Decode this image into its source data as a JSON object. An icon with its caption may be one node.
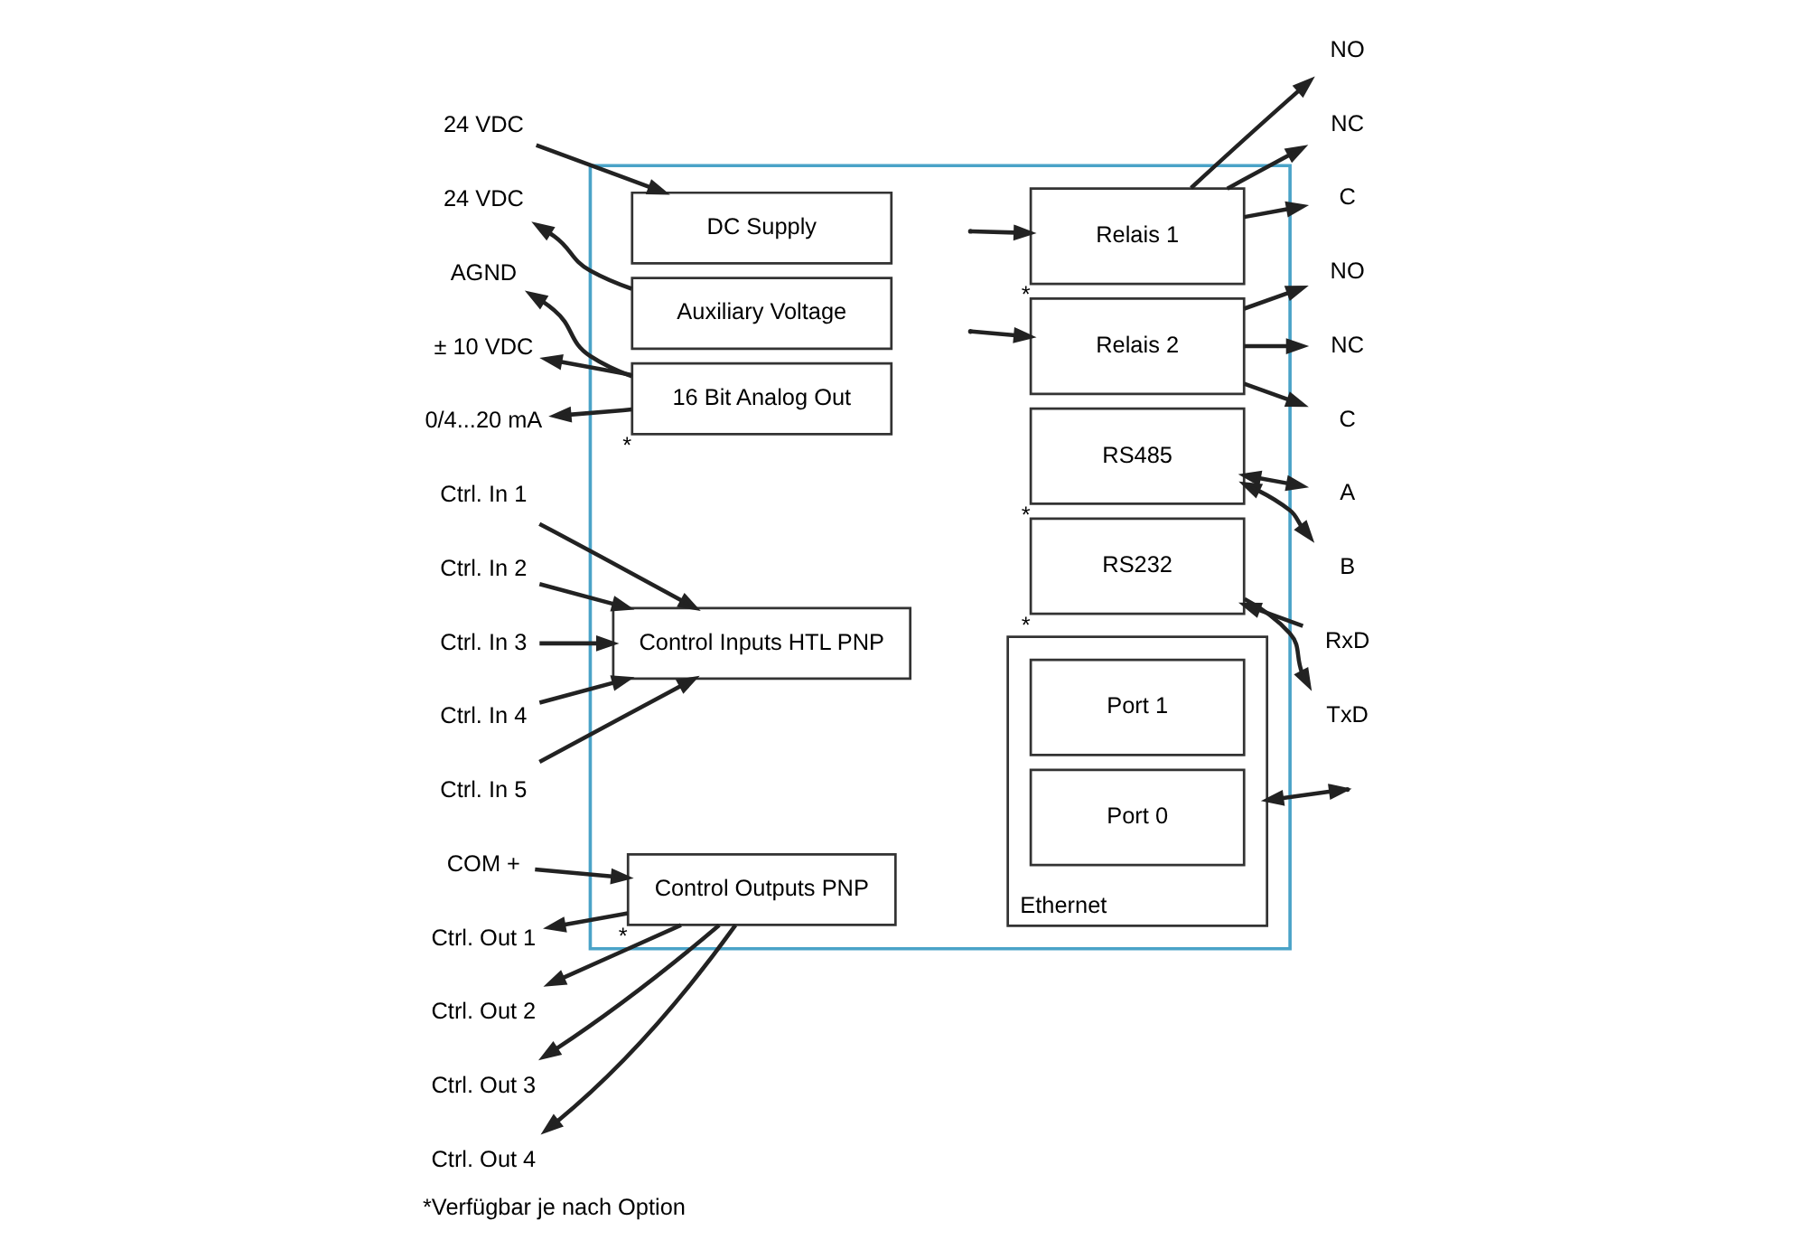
{
  "diagram": {
    "caption": "*Verfügbar je nach Option",
    "nodes": [
      {
        "text": [],
        "shape": "box"
      },
      {
        "text": [
          "24 VDC"
        ]
      },
      {
        "text": [
          "DC Supply"
        ],
        "in": 0
      },
      {
        "text": [
          "24 VDC"
        ]
      },
      {
        "text": [
          "Auxiliary Voltage"
        ],
        "in": 0
      },
      {
        "text": [
          "AGND"
        ]
      },
      {
        "text": [
          "± 10 VDC"
        ]
      },
      {
        "text": [
          "0/4...20 mA"
        ]
      },
      {
        "text": [
          "16 Bit Analog Out"
        ],
        "in": 0,
        "beside": [
          "*"
        ]
      },
      {
        "text": [
          "Ctrl. In 1"
        ]
      },
      {
        "text": [
          "Ctrl. In 2"
        ]
      },
      {
        "text": [
          "Ctrl. In 3"
        ]
      },
      {
        "text": [
          "Ctrl. In 4"
        ]
      },
      {
        "text": [
          "Ctrl. In 5"
        ]
      },
      {
        "text": [
          "Control Inputs HTL PNP"
        ],
        "in": 0
      },
      {
        "text": [
          "COM +"
        ]
      },
      {
        "text": [
          "Ctrl. Out 1"
        ]
      },
      {
        "text": [
          "Ctrl. Out 2"
        ]
      },
      {
        "text": [
          "Ctrl. Out 3"
        ]
      },
      {
        "text": [
          "Ctrl. Out 4"
        ]
      },
      {
        "text": [
          "Control Outputs PNP"
        ],
        "in": 0,
        "beside": [
          "*"
        ]
      },
      {
        "text": [
          "Relais 1"
        ],
        "in": 0,
        "beside": [
          "*"
        ]
      },
      {
        "text": [
          "NO"
        ]
      },
      {
        "text": [
          "NC"
        ]
      },
      {
        "text": [
          "C"
        ]
      },
      {
        "text": [
          "Relais 2"
        ],
        "in": 0
      },
      {
        "text": [
          "NO"
        ]
      },
      {
        "text": [
          "NC"
        ]
      },
      {
        "text": [
          "C"
        ]
      },
      {
        "text": [
          "RS485"
        ],
        "in": 0,
        "beside": [
          "*"
        ]
      },
      {
        "text": [
          "A"
        ]
      },
      {
        "text": [
          "B"
        ]
      },
      {
        "text": [
          "RS232"
        ],
        "in": 0,
        "beside": [
          "*"
        ]
      },
      {
        "text": [
          "RxD"
        ]
      },
      {
        "text": [
          "TxD"
        ]
      },
      {
        "text": [
          "Ethernet"
        ],
        "in": 0
      },
      {
        "text": [
          "Port 0"
        ],
        "in": 35
      },
      {
        "text": [
          "Port 1"
        ],
        "in": 35
      }
    ],
    "edges": [
      {
        "from": 1,
        "to": 2,
        "arrow": "to"
      },
      {
        "from": 4,
        "to": 3,
        "arrow": "to"
      },
      {
        "from": 8,
        "to": 5,
        "arrow": "to"
      },
      {
        "from": 8,
        "to": 6,
        "arrow": "to"
      },
      {
        "from": 8,
        "to": 7,
        "arrow": "to"
      },
      {
        "from": 9,
        "to": 14,
        "arrow": "to"
      },
      {
        "from": 10,
        "to": 14,
        "arrow": "to"
      },
      {
        "from": 11,
        "to": 14,
        "arrow": "to"
      },
      {
        "from": 12,
        "to": 14,
        "arrow": "to"
      },
      {
        "from": 13,
        "to": 14,
        "arrow": "to"
      },
      {
        "from": 15,
        "to": 20,
        "arrow": "to"
      },
      {
        "from": 20,
        "to": 16,
        "arrow": "to"
      },
      {
        "from": 20,
        "to": 17,
        "arrow": "to"
      },
      {
        "from": 20,
        "to": 18,
        "arrow": "to"
      },
      {
        "from": 20,
        "to": 19,
        "arrow": "to"
      },
      {
        "from": null,
        "to": 21,
        "arrow": "to"
      },
      {
        "from": 21,
        "to": 22,
        "arrow": "to"
      },
      {
        "from": 21,
        "to": 23,
        "arrow": "to"
      },
      {
        "from": 21,
        "to": 24,
        "arrow": "to"
      },
      {
        "from": null,
        "to": 25,
        "arrow": "to"
      },
      {
        "from": 25,
        "to": 26,
        "arrow": "to"
      },
      {
        "from": 25,
        "to": 27,
        "arrow": "to"
      },
      {
        "from": 25,
        "to": 28,
        "arrow": "to"
      },
      {
        "from": 29,
        "to": 30,
        "arrow": "both"
      },
      {
        "from": 29,
        "to": 31,
        "arrow": "both"
      },
      {
        "from": 33,
        "to": 32,
        "arrow": "to"
      },
      {
        "from": 32,
        "to": 34,
        "arrow": "to"
      },
      {
        "from": 35,
        "to": null,
        "arrow": "both"
      }
    ]
  }
}
